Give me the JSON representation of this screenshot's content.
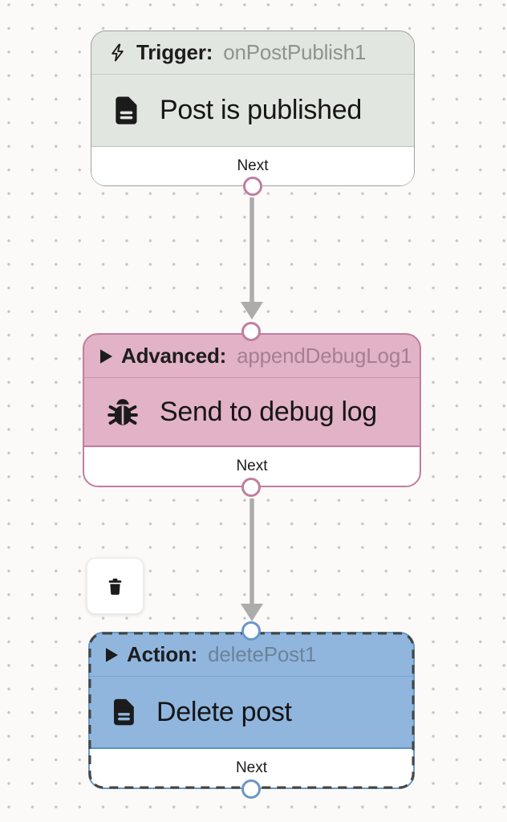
{
  "canvas": {
    "background": "#fbfaf8",
    "dot_color": "#c6c6c6",
    "arrow_color": "#acacac",
    "selection_dash_color": "#45453f"
  },
  "nodes": [
    {
      "kind": "Trigger:",
      "name": "onPostPublish1",
      "title": "Post is published",
      "port_label": "Next",
      "header_icon": "lightning-icon",
      "title_icon": "article-icon",
      "selected": false,
      "colors": {
        "background": "#e2e6e0",
        "border": "#9ba39b",
        "port": "#bf7e9e",
        "name_text": "#8f938f"
      }
    },
    {
      "kind": "Advanced:",
      "name": "appendDebugLog1",
      "title": "Send to debug log",
      "port_label": "Next",
      "header_icon": "collapse-triangle-icon",
      "title_icon": "bug-icon",
      "selected": false,
      "colors": {
        "background": "#e2b2c6",
        "border": "#bf7e9e",
        "port": "#bf7e9e",
        "name_text": "#a57f93"
      }
    },
    {
      "kind": "Action:",
      "name": "deletePost1",
      "title": "Delete post",
      "port_label": "Next",
      "header_icon": "collapse-triangle-icon",
      "title_icon": "article-icon",
      "selected": true,
      "colors": {
        "background": "#90b6de",
        "border": "#6897c6",
        "port": "#6897c6",
        "name_text": "#6d8299"
      }
    }
  ],
  "edges": [
    {
      "from": "onPostPublish1",
      "to": "appendDebugLog1"
    },
    {
      "from": "appendDebugLog1",
      "to": "deletePost1"
    }
  ],
  "node_toolbar": {
    "delete_icon": "trash-icon"
  }
}
